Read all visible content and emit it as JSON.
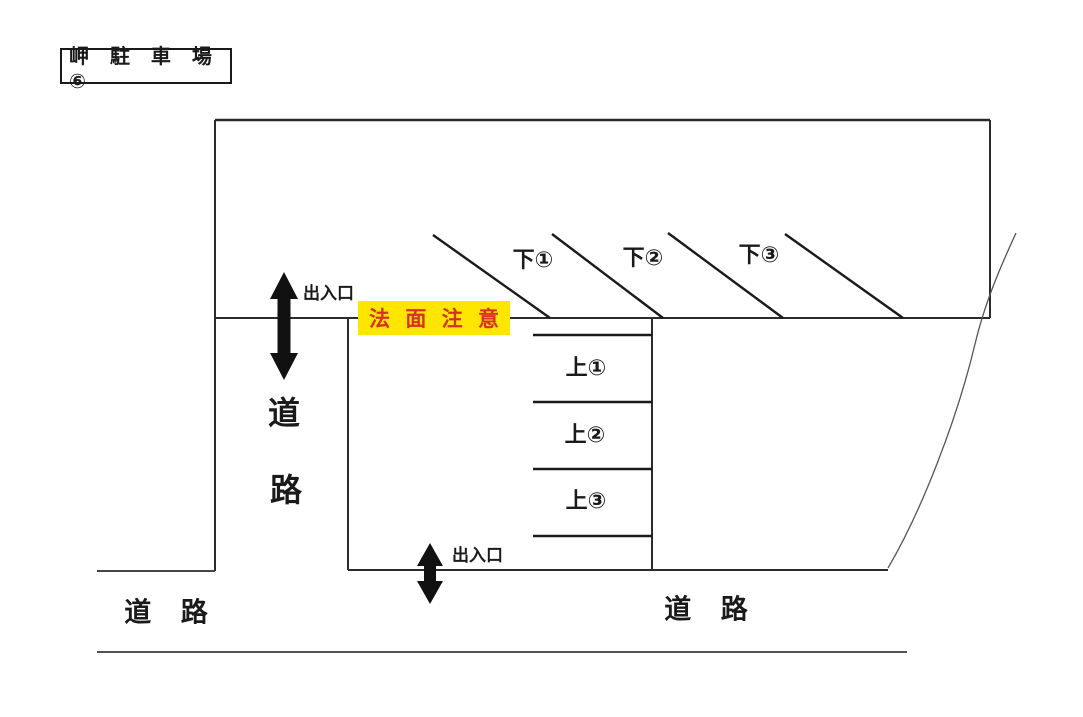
{
  "title": "岬 駐 車 場 ⑥",
  "caution_label": "法 面 注 意",
  "entrances": {
    "top": "出入口",
    "bottom": "出入口"
  },
  "roads": {
    "left_vertical": [
      "道",
      "路"
    ],
    "bottom_left": "道 路",
    "bottom_right": "道 路"
  },
  "stalls": {
    "lower": [
      "下①",
      "下②",
      "下③"
    ],
    "upper": [
      "上①",
      "上②",
      "上③"
    ]
  },
  "colors": {
    "line": "#2b2b2b",
    "caution_bg": "#ffe600",
    "caution_text": "#d93025",
    "arrow": "#111111"
  }
}
